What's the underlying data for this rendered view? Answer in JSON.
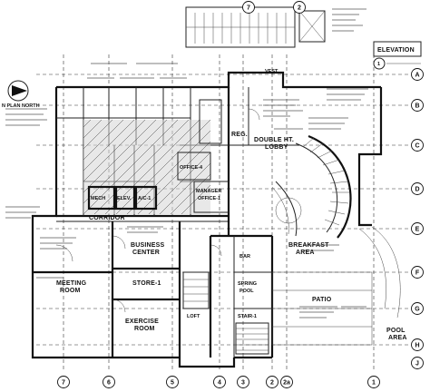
{
  "north": {
    "text": "N PLAN NORTH"
  },
  "elevation": {
    "title": "ELEVATION"
  },
  "rooms": {
    "reg": "REG.",
    "lobby_line1": "DOUBLE HT.",
    "lobby_line2": "LOBBY",
    "corridor": "CORRIDOR",
    "business_line1": "BUSINESS",
    "business_line2": "CENTER",
    "meeting_line1": "MEETING",
    "meeting_line2": "ROOM",
    "store": "STORE-1",
    "exercise_line1": "EXERCISE",
    "exercise_line2": "ROOM",
    "breakfast_line1": "BREAKFAST",
    "breakfast_line2": "AREA",
    "patio": "PATIO",
    "pool_line1": "POOL",
    "pool_line2": "AREA",
    "mech": "MECH",
    "elev": "ELEV.",
    "aic": "A/C-1",
    "office": "OFFICE-4",
    "manager_line1": "MANAGER",
    "manager_line2": "OFFICE-1",
    "vest": "VEST.",
    "stair": "STAIR-1",
    "spa_line1": "SPRING",
    "spa_line2": "POOL",
    "bar": "BAR",
    "loft": "LOFT"
  },
  "grid_bottom": [
    "7",
    "6",
    "5",
    "4",
    "3",
    "2",
    "2a",
    "1"
  ],
  "grid_right": [
    "A",
    "B",
    "C",
    "D",
    "E",
    "F",
    "G",
    "H",
    "J"
  ],
  "grid_top": [
    "7",
    "2"
  ],
  "circle_tag": "1"
}
